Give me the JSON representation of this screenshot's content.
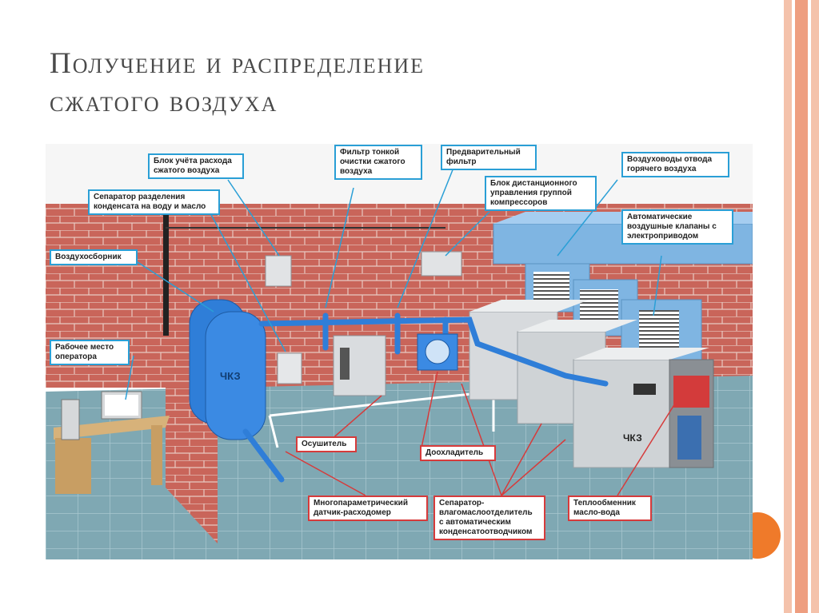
{
  "slide": {
    "title_lines": [
      "Получение и распределение",
      "сжатого воздуха"
    ]
  },
  "colors": {
    "title": "#4a4a4a",
    "accent_orange": "#ef7a2a",
    "border_stripes": [
      "#f4c2ab",
      "#ee9e80",
      "#f4c2ab"
    ],
    "callout_blue": "#2a9fd6",
    "callout_red": "#d63b3b",
    "brick": "#c9655a",
    "floor": "#7fa8b3",
    "pipe": "#2f7ed8",
    "duct": "#7fb5e2",
    "equipment": "#cfd3d6"
  },
  "labels": {
    "blue": [
      [
        "Блок учёта расхода",
        "сжатого воздуха"
      ],
      [
        "Фильтр тонкой",
        "очистки сжатого",
        "воздуха"
      ],
      [
        "Предварительный",
        "фильтр"
      ],
      [
        "Воздуховоды отвода",
        "горячего воздуха"
      ],
      [
        "Сепаратор разделения",
        "конденсата на воду и масло"
      ],
      [
        "Блок дистанционного",
        "управления группой",
        "компрессоров"
      ],
      [
        "Автоматические",
        "воздушные клапаны с",
        "электроприводом"
      ],
      [
        "Воздухосборник"
      ],
      [
        "Рабочее место",
        "оператора"
      ]
    ],
    "red": [
      [
        "Осушитель"
      ],
      [
        "Доохладитель"
      ],
      [
        "Многопараметрический",
        "датчик-расходомер"
      ],
      [
        "Сепаратор-",
        "влагомаслоотделитель",
        "с автоматическим",
        "конденсатоотводчиком"
      ],
      [
        "Теплообменник",
        "масло-вода"
      ]
    ],
    "brand": "ЧКЗ"
  }
}
